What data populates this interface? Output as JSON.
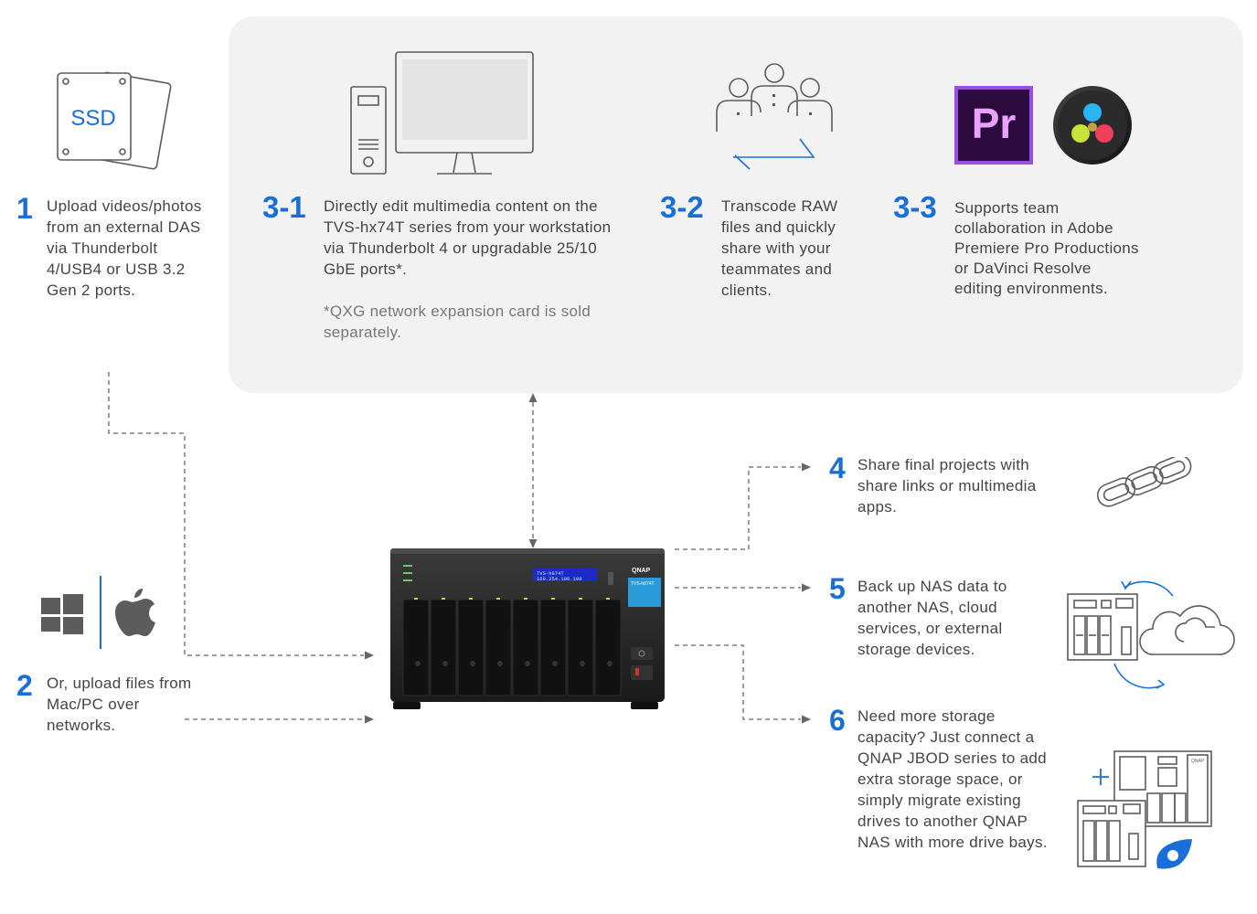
{
  "steps": {
    "s1": {
      "num": "1",
      "text": "Upload videos/photos from an external DAS via Thunderbolt 4/USB4 or USB 3.2 Gen 2 ports."
    },
    "s2": {
      "num": "2",
      "text": "Or, upload files from Mac/PC over networks."
    },
    "s31": {
      "num": "3-1",
      "text": "Directly edit multimedia content on the TVS-hx74T series from your workstation via Thunderbolt 4 or upgradable 25/10 GbE ports*.",
      "note": "*QXG network expansion card is sold separately."
    },
    "s32": {
      "num": "3-2",
      "text": "Transcode RAW files and quickly share with your teammates and clients."
    },
    "s33": {
      "num": "3-3",
      "text": "Supports team collaboration in Adobe Premiere Pro Productions or DaVinci Resolve editing environments."
    },
    "s4": {
      "num": "4",
      "text": "Share final projects with share links or multimedia apps."
    },
    "s5": {
      "num": "5",
      "text": "Back up NAS data to another NAS, cloud services, or external storage devices."
    },
    "s6": {
      "num": "6",
      "text": "Need more storage capacity? Just connect a QNAP JBOD series to add extra storage space, or simply migrate existing drives to another QNAP NAS with more drive bays."
    }
  },
  "icons": {
    "ssd_label": "SSD",
    "premiere_label": "Pr",
    "nas_brand": "QNAP",
    "nas_model": "TVS-h874T",
    "nas_lcd_line1": "TVS-h874T",
    "nas_lcd_line2": "169.254.100.100",
    "jbod_brand": "QNAP"
  },
  "colors": {
    "accent": "#1a6fd6",
    "panel": "#f2f2f2",
    "premiere_bg": "#2d0a3e",
    "premiere_fg": "#e9a3ff"
  }
}
